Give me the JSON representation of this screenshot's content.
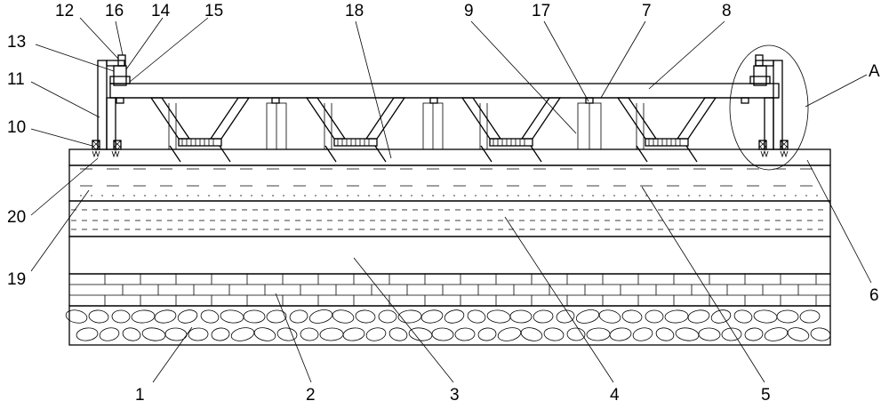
{
  "labels": {
    "l1": "1",
    "l2": "2",
    "l3": "3",
    "l4": "4",
    "l5": "5",
    "l6": "6",
    "l7": "7",
    "l8": "8",
    "l9": "9",
    "l10": "10",
    "l11": "11",
    "l12": "12",
    "l13": "13",
    "l14": "14",
    "l15": "15",
    "l16": "16",
    "l17": "17",
    "l18": "18",
    "l19": "19",
    "l20": "20",
    "lA": "A"
  }
}
